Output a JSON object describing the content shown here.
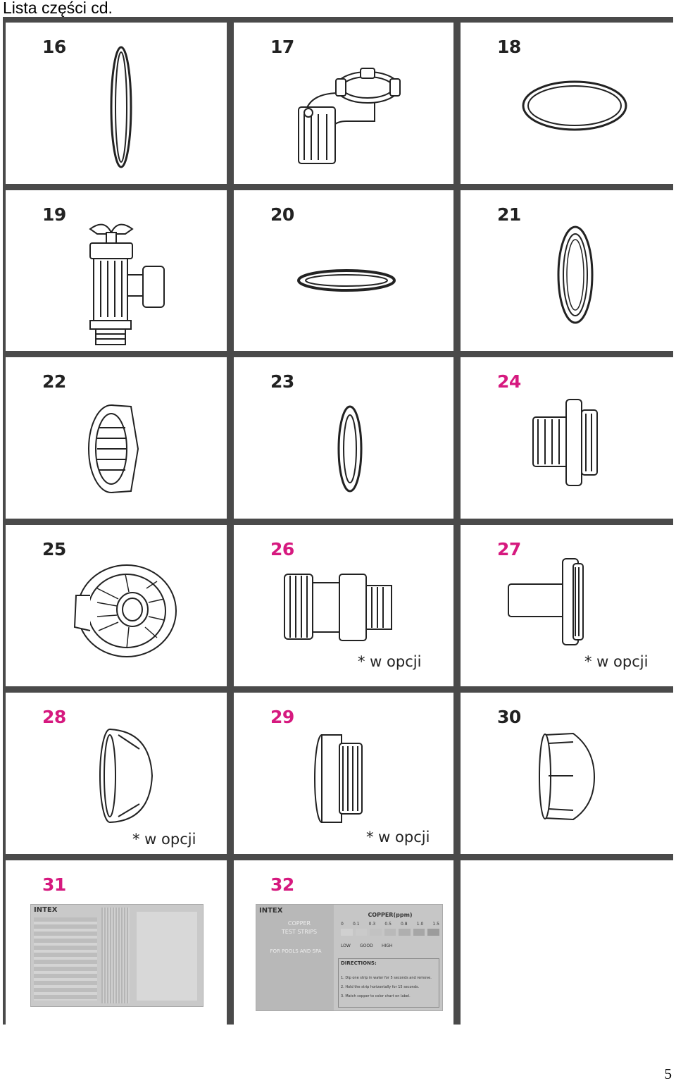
{
  "page": {
    "title": "Lista części cd.",
    "page_number": "5"
  },
  "parts": [
    {
      "number": "16",
      "color": "black",
      "note": "",
      "icon": "o-ring-vertical-icon"
    },
    {
      "number": "17",
      "color": "black",
      "note": "",
      "icon": "elbow-connector-icon"
    },
    {
      "number": "18",
      "color": "black",
      "note": "",
      "icon": "o-ring-flat-icon"
    },
    {
      "number": "19",
      "color": "black",
      "note": "",
      "icon": "plunger-valve-icon"
    },
    {
      "number": "20",
      "color": "black",
      "note": "",
      "icon": "gasket-flat-icon"
    },
    {
      "number": "21",
      "color": "black",
      "note": "",
      "icon": "washer-vertical-icon"
    },
    {
      "number": "22",
      "color": "black",
      "note": "",
      "icon": "nut-icon"
    },
    {
      "number": "23",
      "color": "black",
      "note": "",
      "icon": "flat-washer-icon"
    },
    {
      "number": "24",
      "color": "pink",
      "note": "",
      "icon": "strainer-connector-icon"
    },
    {
      "number": "25",
      "color": "black",
      "note": "",
      "icon": "strainer-grid-icon"
    },
    {
      "number": "26",
      "color": "pink",
      "note": "* w opcji",
      "icon": "hose-adapter-icon"
    },
    {
      "number": "27",
      "color": "pink",
      "note": "* w opcji",
      "icon": "plug-adapter-icon"
    },
    {
      "number": "28",
      "color": "pink",
      "note": "* w opcji",
      "icon": "strainer-cap-icon"
    },
    {
      "number": "29",
      "color": "pink",
      "note": "* w opcji",
      "icon": "threaded-strainer-icon"
    },
    {
      "number": "30",
      "color": "black",
      "note": "",
      "icon": "cap-icon"
    },
    {
      "number": "31",
      "color": "pink",
      "note": "",
      "icon": "test-strips-label-icon"
    },
    {
      "number": "32",
      "color": "pink",
      "note": "",
      "icon": "copper-test-strips-label-icon"
    }
  ],
  "labels": {
    "strip31": {
      "brand": "INTEX"
    },
    "strip32": {
      "brand": "INTEX",
      "product_line1": "COPPER",
      "product_line2": "TEST STRIPS",
      "product_line3": "FOR POOLS AND SPA",
      "chart_title": "COPPER(ppm)",
      "scale": [
        "0",
        "0.1",
        "0.3",
        "0.5",
        "0.8",
        "1.0",
        "1.5"
      ],
      "low": "LOW",
      "good": "GOOD",
      "high": "HIGH",
      "directions_title": "DIRECTIONS:",
      "step1": "1. Dip one strip in water for 5 seconds and remove.",
      "step2": "2. Hold the strip horizontally for 15 seconds.",
      "step3": "3. Match copper to color chart on label."
    }
  },
  "colors": {
    "pink": "#d6197f",
    "black": "#222222",
    "frame": "#4a4a4a"
  }
}
